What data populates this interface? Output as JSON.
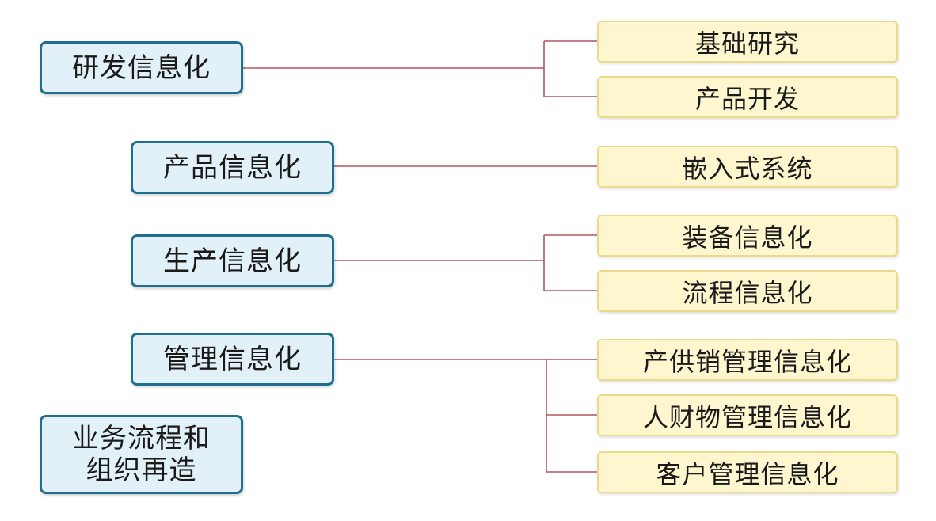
{
  "left_nodes": [
    {
      "label": "研发信息化"
    },
    {
      "label": "产品信息化"
    },
    {
      "label": "生产信息化"
    },
    {
      "label": "管理信息化"
    },
    {
      "label_line1": "业务流程和",
      "label_line2": "组织再造"
    }
  ],
  "right_nodes": [
    {
      "label": "基础研究"
    },
    {
      "label": "产品开发"
    },
    {
      "label": "嵌入式系统"
    },
    {
      "label": "装备信息化"
    },
    {
      "label": "流程信息化"
    },
    {
      "label": "产供销管理信息化"
    },
    {
      "label": "人财物管理信息化"
    },
    {
      "label": "客户管理信息化"
    }
  ],
  "colors": {
    "left_fill": "#e2f1f8",
    "left_border": "#1f6f91",
    "right_fill": "#fdf6cf",
    "right_border": "#ecd98a",
    "connector": "#b0565e"
  }
}
